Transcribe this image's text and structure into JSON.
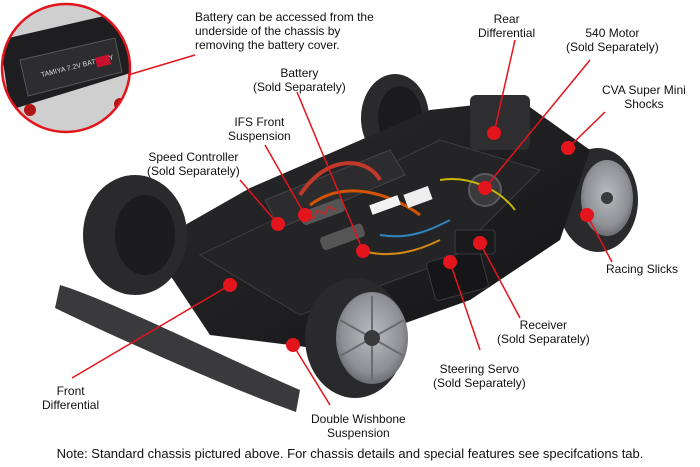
{
  "labels": {
    "battery_access": [
      "Battery can be accessed from the",
      "underside of the chassis by",
      "removing the battery cover."
    ],
    "rear_diff": [
      "Rear",
      "Differential"
    ],
    "motor": [
      "540 Motor",
      "(Sold Separately)"
    ],
    "shocks": [
      "CVA Super Mini",
      "Shocks"
    ],
    "battery": [
      "Battery",
      "(Sold Separately)"
    ],
    "ifs": [
      "IFS Front",
      "Suspension"
    ],
    "esc": [
      "Speed Controller",
      "(Sold Separately)"
    ],
    "slicks": [
      "Racing Slicks"
    ],
    "receiver": [
      "Receiver",
      "(Sold Separately)"
    ],
    "servo": [
      "Steering Servo",
      "(Sold Separately)"
    ],
    "front_diff": [
      "Front",
      "Differential"
    ],
    "wishbone": [
      "Double Wishbone",
      "Suspension"
    ]
  },
  "inset_battery_text": "TAMIYA 7.2V BATTERY",
  "note": "Note: Standard chassis pictured above. For chassis details and special features see specifcations tab.",
  "colors": {
    "marker": "#e3141b",
    "leader": "#e3141b",
    "chassis": "#1c1c1e",
    "tire": "#2a2a2c",
    "wheel": "#8e9096",
    "bumper": "#3a3a3c"
  }
}
